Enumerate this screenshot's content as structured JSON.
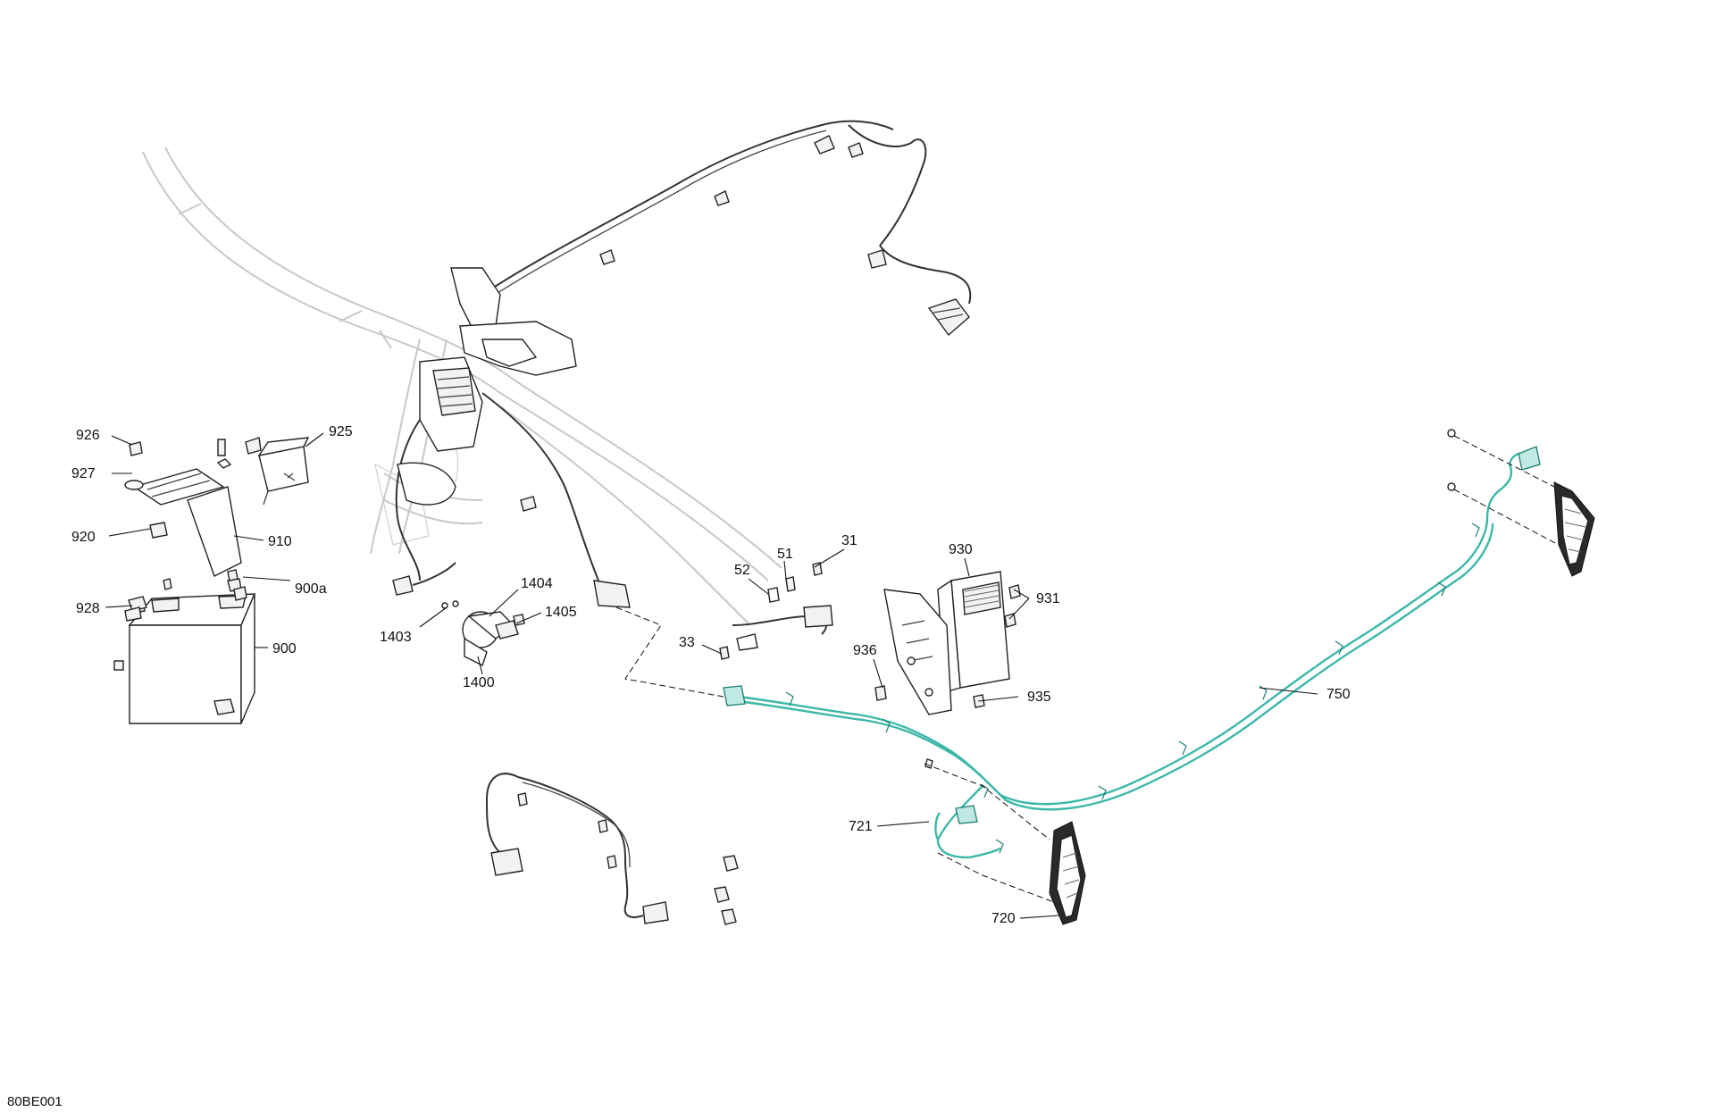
{
  "diagram": {
    "code": "80BE001",
    "callouts": {
      "p926": "926",
      "p927": "927",
      "p925": "925",
      "p920": "920",
      "p910": "910",
      "p900a": "900a",
      "p928": "928",
      "p900": "900",
      "p1404": "1404",
      "p1403": "1403",
      "p1405": "1405",
      "p1400": "1400",
      "p52": "52",
      "p51": "51",
      "p31": "31",
      "p33": "33",
      "p930": "930",
      "p931": "931",
      "p936": "936",
      "p935": "935",
      "p750": "750",
      "p721": "721",
      "p720": "720"
    },
    "colors": {
      "highlight": "#3db8a8",
      "line": "#222222",
      "frame": "#c8c8c8"
    }
  }
}
